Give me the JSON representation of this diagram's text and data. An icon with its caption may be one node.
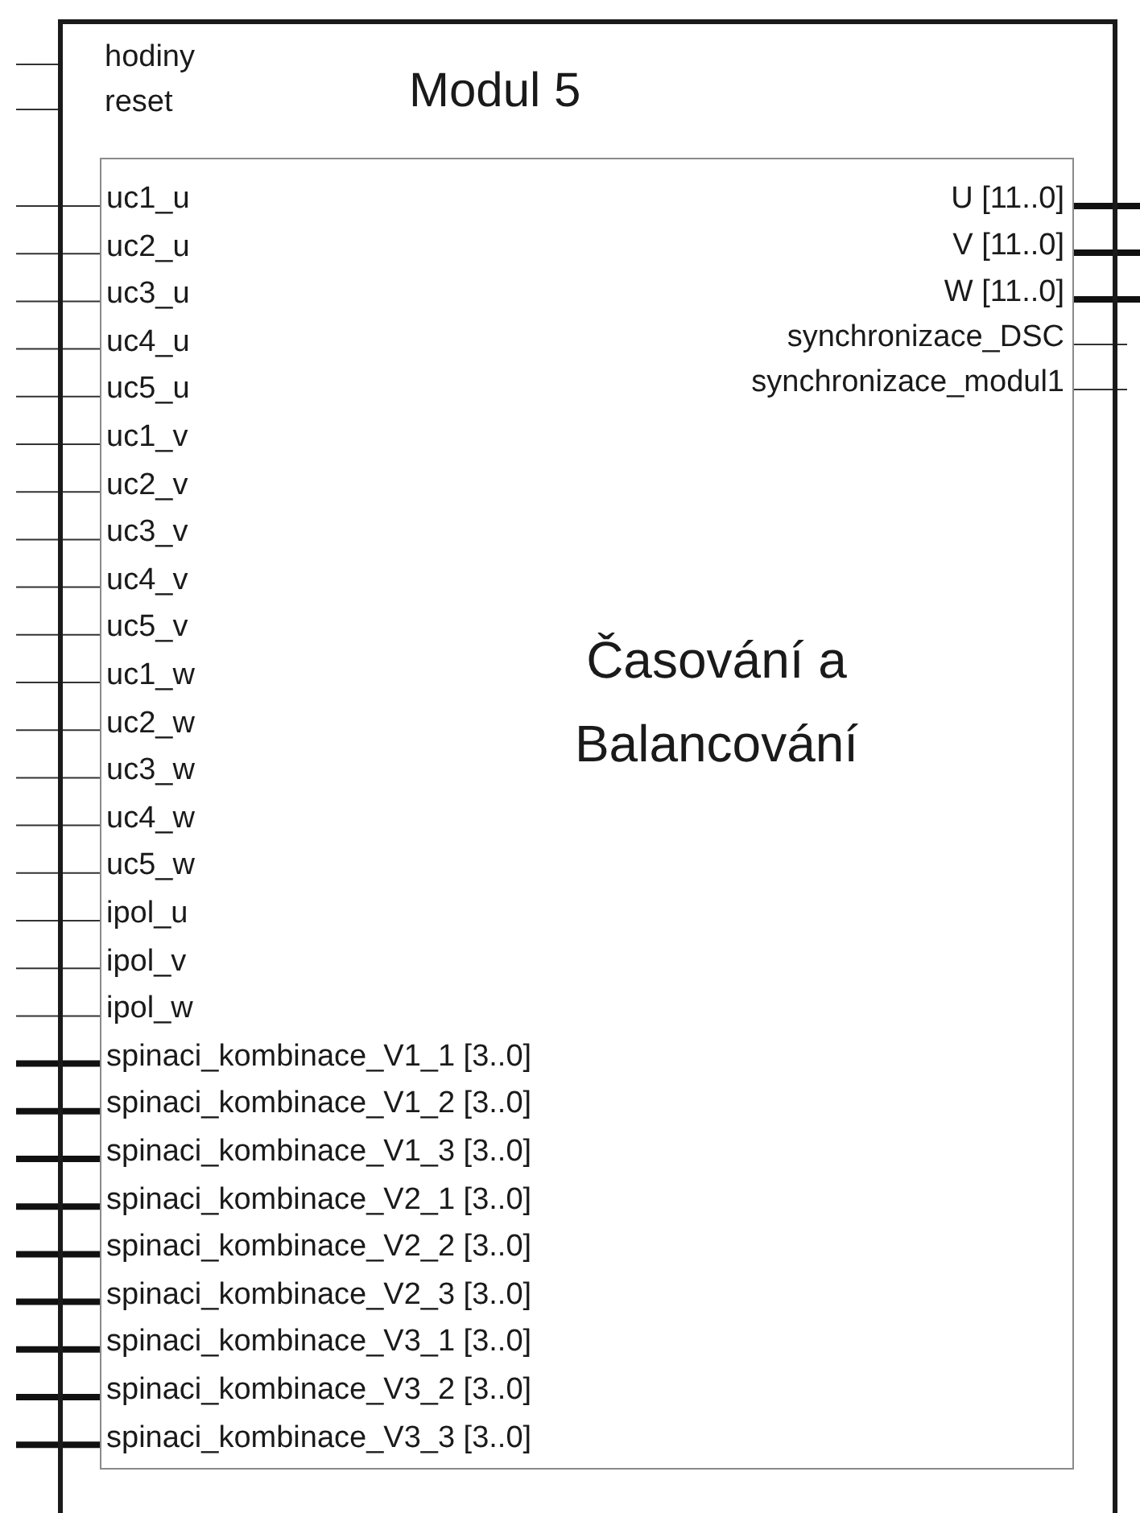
{
  "diagram": {
    "nodes": [
      {
        "text": [
          "Modul 5"
        ]
      },
      {
        "text": [
          "Časování a Balancování"
        ],
        "in": 0
      }
    ],
    "edges": [
      {
        "from": null,
        "to": 0,
        "arrow": "none"
      },
      {
        "from": null,
        "to": 0,
        "arrow": "none"
      },
      {
        "from": null,
        "to": 1,
        "arrow": "none"
      },
      {
        "from": null,
        "to": 1,
        "arrow": "none"
      },
      {
        "from": null,
        "to": 1,
        "arrow": "none"
      },
      {
        "from": null,
        "to": 1,
        "arrow": "none"
      },
      {
        "from": null,
        "to": 1,
        "arrow": "none"
      },
      {
        "from": null,
        "to": 1,
        "arrow": "none"
      },
      {
        "from": null,
        "to": 1,
        "arrow": "none"
      },
      {
        "from": null,
        "to": 1,
        "arrow": "none"
      },
      {
        "from": null,
        "to": 1,
        "arrow": "none"
      },
      {
        "from": null,
        "to": 1,
        "arrow": "none"
      },
      {
        "from": null,
        "to": 1,
        "arrow": "none"
      },
      {
        "from": null,
        "to": 1,
        "arrow": "none"
      },
      {
        "from": null,
        "to": 1,
        "arrow": "none"
      },
      {
        "from": null,
        "to": 1,
        "arrow": "none"
      },
      {
        "from": null,
        "to": 1,
        "arrow": "none"
      },
      {
        "from": null,
        "to": 1,
        "arrow": "none"
      },
      {
        "from": null,
        "to": 1,
        "arrow": "none"
      },
      {
        "from": null,
        "to": 1,
        "arrow": "none"
      },
      {
        "from": null,
        "to": 1,
        "arrow": "none",
        "style": "thick"
      },
      {
        "from": null,
        "to": 1,
        "arrow": "none",
        "style": "thick"
      },
      {
        "from": null,
        "to": 1,
        "arrow": "none",
        "style": "thick"
      },
      {
        "from": null,
        "to": 1,
        "arrow": "none",
        "style": "thick"
      },
      {
        "from": null,
        "to": 1,
        "arrow": "none",
        "style": "thick"
      },
      {
        "from": null,
        "to": 1,
        "arrow": "none",
        "style": "thick"
      },
      {
        "from": null,
        "to": 1,
        "arrow": "none",
        "style": "thick"
      },
      {
        "from": null,
        "to": 1,
        "arrow": "none",
        "style": "thick"
      },
      {
        "from": null,
        "to": 1,
        "arrow": "none",
        "style": "thick"
      },
      {
        "from": 1,
        "to": null,
        "arrow": "none",
        "style": "thick"
      },
      {
        "from": 1,
        "to": null,
        "arrow": "none",
        "style": "thick"
      },
      {
        "from": 1,
        "to": null,
        "arrow": "none",
        "style": "thick"
      },
      {
        "from": 1,
        "to": null,
        "arrow": "none"
      },
      {
        "from": 1,
        "to": null,
        "arrow": "none"
      }
    ],
    "labels": [
      "hodiny",
      "reset",
      "uc1_u",
      "uc2_u",
      "uc3_u",
      "uc4_u",
      "uc5_u",
      "uc1_v",
      "uc2_v",
      "uc3_v",
      "uc4_v",
      "uc5_v",
      "uc1_w",
      "uc2_w",
      "uc3_w",
      "uc4_w",
      "uc5_w",
      "ipol_u",
      "ipol_v",
      "ipol_w",
      "spinaci_kombinace_V1_1 [3..0]",
      "spinaci_kombinace_V1_2 [3..0]",
      "spinaci_kombinace_V1_3 [3..0]",
      "spinaci_kombinace_V2_1 [3..0]",
      "spinaci_kombinace_V2_2 [3..0]",
      "spinaci_kombinace_V2_3 [3..0]",
      "spinaci_kombinace_V3_1 [3..0]",
      "spinaci_kombinace_V3_2 [3..0]",
      "spinaci_kombinace_V3_3 [3..0]",
      "U [11..0]",
      "V [11..0]",
      "W [11..0]",
      "synchronizace_DSC",
      "synchronizace_modul1"
    ]
  }
}
